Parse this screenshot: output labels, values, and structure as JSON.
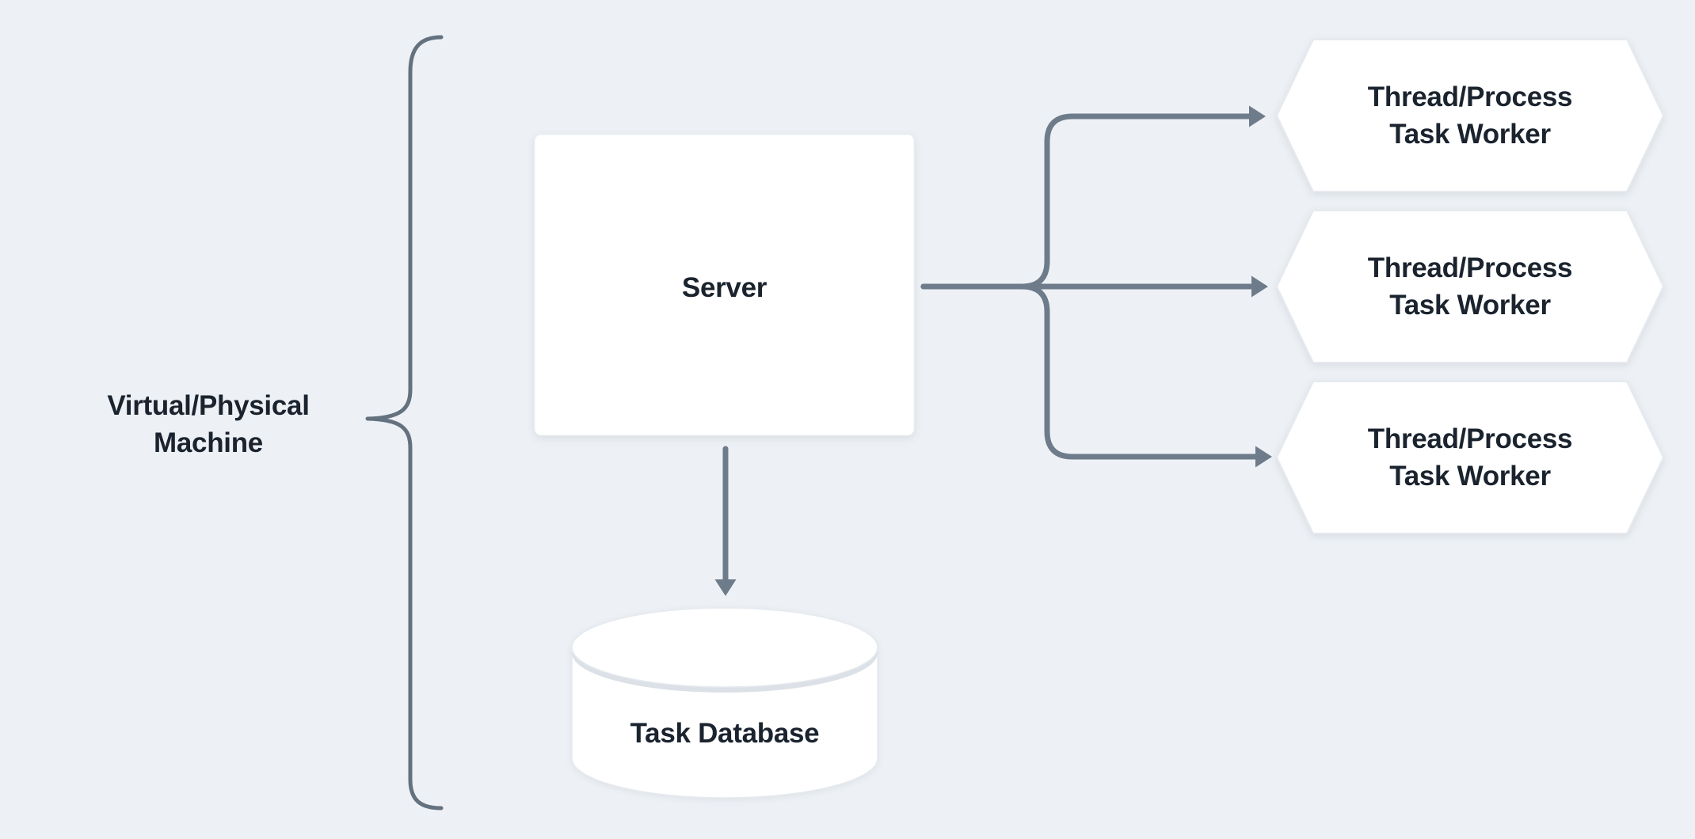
{
  "diagram": {
    "title_hint": "server-task-worker-architecture",
    "colors": {
      "background": "#EDF1F5",
      "connector": "#6E7B8A",
      "brace": "#64717F",
      "node_fill": "#FFFFFF",
      "node_edge": "#E6EAEF",
      "text": "#1A232E"
    },
    "machine_group": {
      "label_line1": "Virtual/Physical",
      "label_line2": "Machine"
    },
    "server": {
      "label": "Server"
    },
    "workers": [
      {
        "label_line1": "Thread/Process",
        "label_line2": "Task Worker"
      },
      {
        "label_line1": "Thread/Process",
        "label_line2": "Task Worker"
      },
      {
        "label_line1": "Thread/Process",
        "label_line2": "Task Worker"
      }
    ],
    "database": {
      "label": "Task Database"
    }
  }
}
